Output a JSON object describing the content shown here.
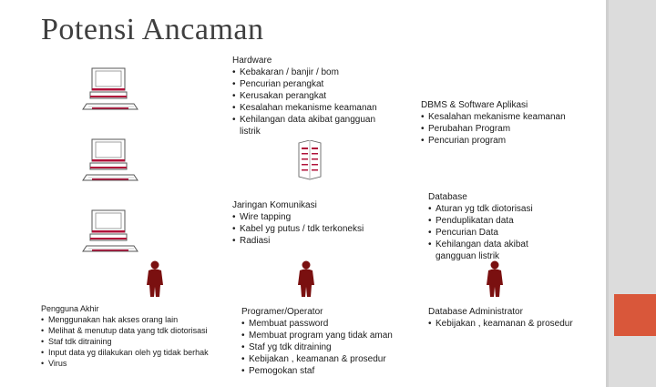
{
  "title": "Potensi Ancaman",
  "hardware": {
    "heading": "Hardware",
    "items": [
      "Kebakaran / banjir / bom",
      "Pencurian perangkat",
      "Kerusakan perangkat",
      "Kesalahan mekanisme keamanan",
      "Kehilangan data akibat gangguan listrik"
    ]
  },
  "dbms": {
    "heading": "DBMS & Software Aplikasi",
    "items": [
      "Kesalahan mekanisme keamanan",
      "Perubahan Program",
      "Pencurian program"
    ]
  },
  "jaringan": {
    "heading": "Jaringan Komunikasi",
    "items": [
      "Wire tapping",
      "Kabel yg putus / tdk terkoneksi",
      "Radiasi"
    ]
  },
  "database": {
    "heading": "Database",
    "items": [
      "Aturan yg tdk diotorisasi",
      "Penduplikatan data",
      "Pencurian Data",
      "Kehilangan data akibat gangguan listrik"
    ]
  },
  "pengguna": {
    "heading": "Pengguna Akhir",
    "items": [
      "Menggunakan hak akses orang lain",
      "Melihat & menutup data yang tdk diotorisasi",
      "Staf tdk ditraining",
      "Input data yg dilakukan oleh yg tidak berhak",
      "Virus"
    ]
  },
  "programer": {
    "heading": "Programer/Operator",
    "items": [
      "Membuat password",
      "Membuat program yang tidak aman",
      "Staf yg tdk ditraining",
      "Kebijakan , keamanan & prosedur",
      "Pemogokan staf"
    ]
  },
  "dba": {
    "heading": "Database Administrator",
    "items": [
      "Kebijakan , keamanan & prosedur"
    ]
  },
  "colors": {
    "accent": "#d9573a",
    "computer_stripe": "#b0123a",
    "person": "#7a1010",
    "title": "#3f3f3f",
    "side_band": "#dcdcdc"
  }
}
